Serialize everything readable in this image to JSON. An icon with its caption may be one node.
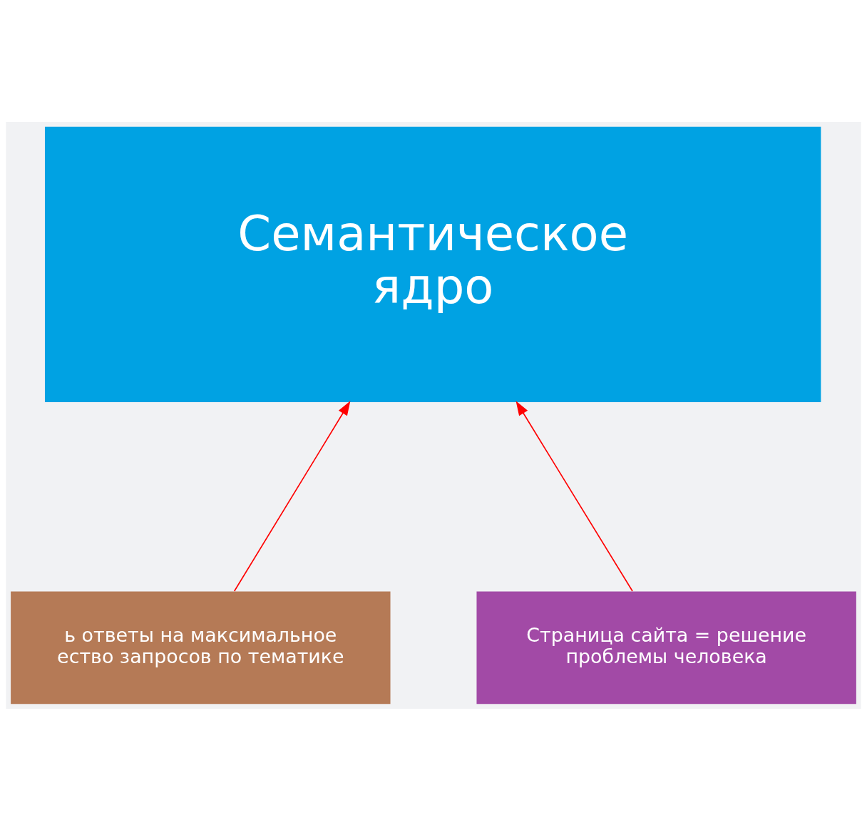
{
  "diagram": {
    "nodes": [
      {
        "text": [
          "Семантическое ядро"
        ]
      },
      {
        "text": [
          "ь ответы на максимальное ество запросов по тематике"
        ]
      },
      {
        "text": [
          "Страница сайта = решение проблемы человека"
        ]
      }
    ],
    "edges": [
      {
        "from": 1,
        "to": 0,
        "arrow": "to",
        "color": "#ff0000"
      },
      {
        "from": 2,
        "to": 0,
        "arrow": "to",
        "color": "#ff0000"
      }
    ]
  }
}
